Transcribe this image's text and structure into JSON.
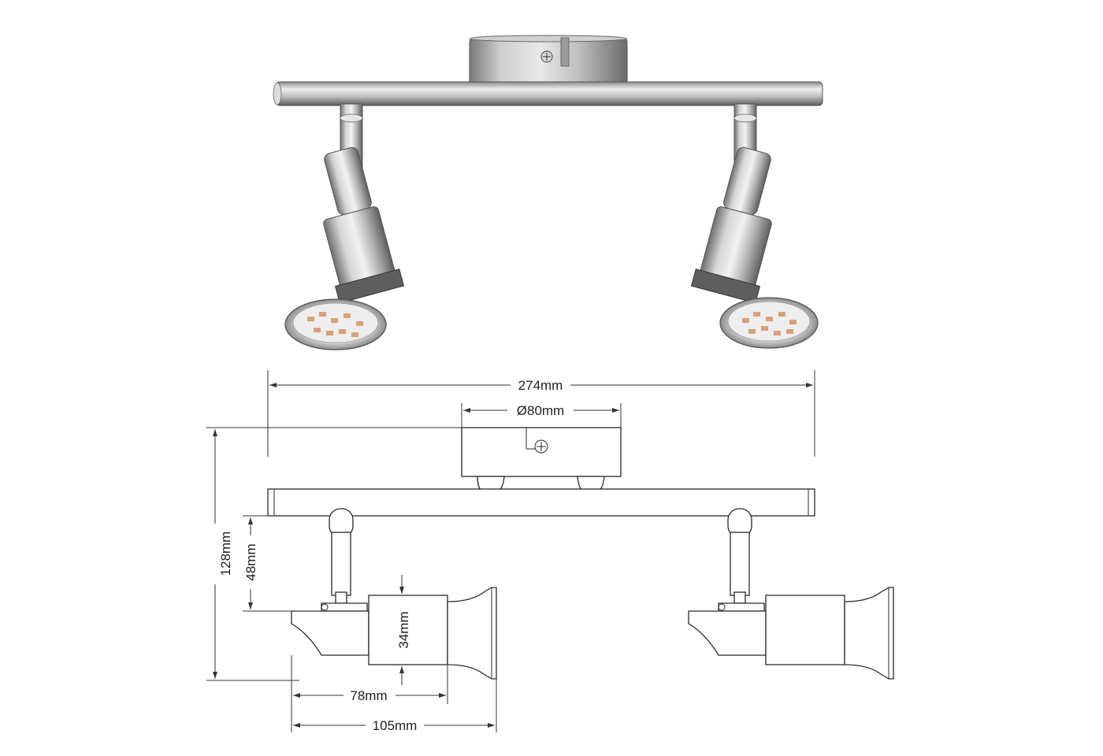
{
  "figure": {
    "product": "twin spotlight ceiling bar",
    "dimensions": {
      "total_length": "274mm",
      "canopy_diameter": "Ø80mm",
      "total_height": "128mm",
      "arm_height": "48mm",
      "head_diameter": "34mm",
      "head_length": "78mm",
      "head_total_length": "105mm"
    }
  },
  "colors": {
    "metal_dark": "#6f6f6f",
    "metal_mid": "#b9b9b9",
    "metal_light": "#ececec",
    "led_chip": "#d9a07a",
    "line": "#2a2a2a"
  }
}
